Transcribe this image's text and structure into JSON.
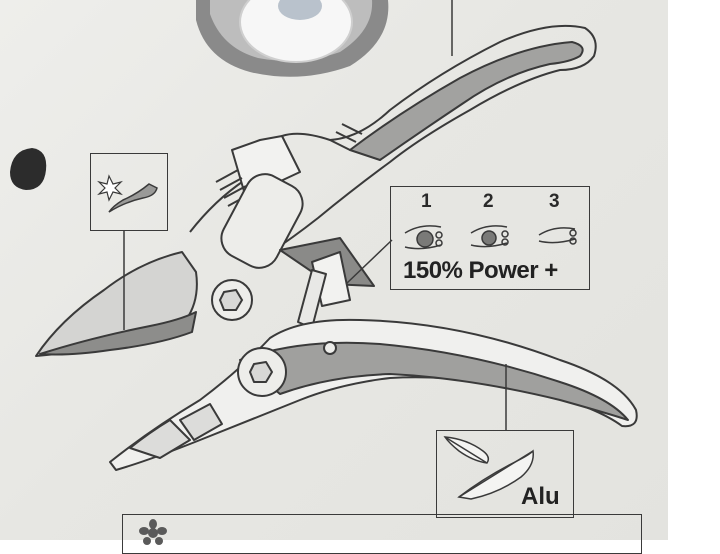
{
  "icons": [
    "pruning-shears-illustration",
    "spark-cut-icon",
    "feather-icon",
    "cutting-stage-icon",
    "logo-flower-icon"
  ],
  "power_callout": {
    "steps": [
      "1",
      "2",
      "3"
    ],
    "label": "150% Power +"
  },
  "material_callout": {
    "label": "Alu"
  },
  "colors": {
    "card": "#e8e8e5",
    "line": "#3a3a3a",
    "shade": "#9a9a98"
  }
}
